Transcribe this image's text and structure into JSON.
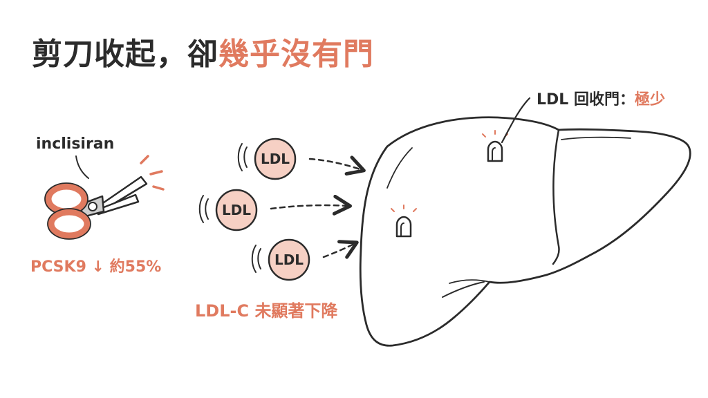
{
  "title": {
    "main": "剪刀收起，卻",
    "accent": "幾乎沒有門"
  },
  "drug_label": "inclisiran",
  "pcsk9_label": "PCSK9 ↓ 約55%",
  "ldlc_label": "LDL-C 未顯著下降",
  "receptor_label": {
    "main": "LDL 回收門：",
    "accent": "極少"
  },
  "particles": [
    "LDL",
    "LDL",
    "LDL"
  ],
  "colors": {
    "accent": "#e07a5f",
    "particle_fill": "#f6d0c4",
    "ink": "#2b2b2b"
  }
}
